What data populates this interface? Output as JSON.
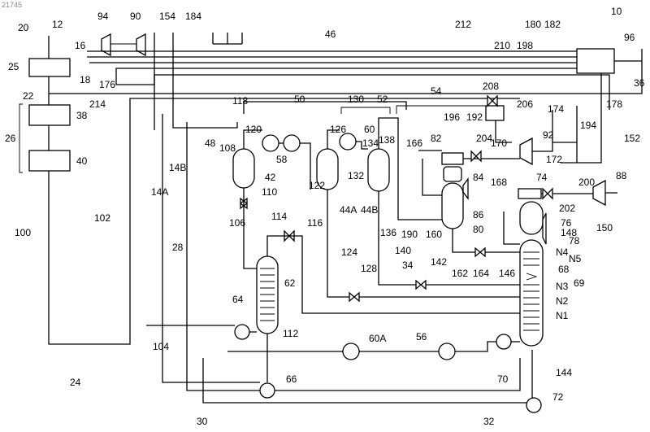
{
  "figure_id": "21745",
  "labels": {
    "l10": "10",
    "l12": "12",
    "l14A": "14A",
    "l14B": "14B",
    "l16": "16",
    "l18": "18",
    "l20": "20",
    "l22": "22",
    "l24": "24",
    "l25": "25",
    "l26": "26",
    "l28": "28",
    "l30": "30",
    "l32": "32",
    "l34": "34",
    "l36": "36",
    "l38": "38",
    "l40": "40",
    "l42": "42",
    "l44A": "44A",
    "l44B": "44B",
    "l46": "46",
    "l48": "48",
    "l50": "50",
    "l52": "52",
    "l54": "54",
    "l56": "56",
    "l58": "58",
    "l60": "60",
    "l60A": "60A",
    "l62": "62",
    "l64": "64",
    "l66": "66",
    "l68": "68",
    "l69": "69",
    "l70": "70",
    "l72": "72",
    "l74": "74",
    "l76": "76",
    "l78": "78",
    "l80": "80",
    "l82": "82",
    "l84": "84",
    "l86": "86",
    "l88": "88",
    "l90": "90",
    "l92": "92",
    "l94": "94",
    "l96": "96",
    "l100": "100",
    "l102": "102",
    "l104": "104",
    "l106": "106",
    "l108": "108",
    "l110": "110",
    "l112": "112",
    "l114": "114",
    "l116": "116",
    "l118": "118",
    "l120": "120",
    "l122": "122",
    "l124": "124",
    "l126": "126",
    "l128": "128",
    "l130": "130",
    "l132": "132",
    "l134": "134",
    "l136": "136",
    "l138": "138",
    "l140": "140",
    "l142": "142",
    "l144": "144",
    "l146": "146",
    "l148": "148",
    "l150": "150",
    "l152": "152",
    "l154": "154",
    "l160": "160",
    "l162": "162",
    "l164": "164",
    "l166": "166",
    "l168": "168",
    "l170": "170",
    "l172": "172",
    "l174": "174",
    "l176": "176",
    "l178": "178",
    "l180": "180",
    "l182": "182",
    "l184": "184",
    "l190": "190",
    "l192": "192",
    "l194": "194",
    "l196": "196",
    "l198": "198",
    "l200": "200",
    "l202": "202",
    "l204": "204",
    "l206": "206",
    "l208": "208",
    "l210": "210",
    "l212": "212",
    "l214": "214",
    "lN1": "N1",
    "lN2": "N2",
    "lN3": "N3",
    "lN4": "N4",
    "lN5": "N5"
  }
}
